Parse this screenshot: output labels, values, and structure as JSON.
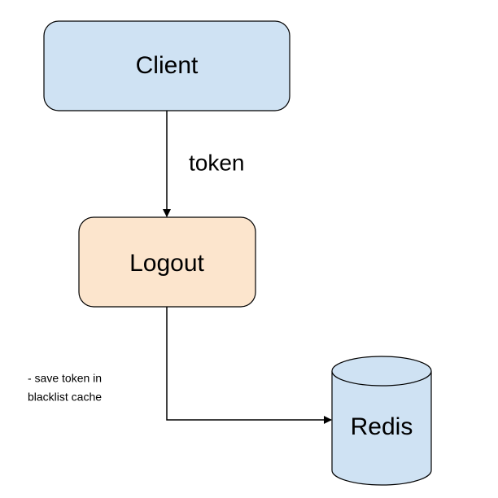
{
  "diagram": {
    "nodes": {
      "client": {
        "label": "Client",
        "fill": "#cfe2f3"
      },
      "logout": {
        "label": "Logout",
        "fill": "#fce5cd"
      },
      "redis": {
        "label": "Redis",
        "fill": "#cfe2f3"
      }
    },
    "edges": {
      "client_to_logout": {
        "label": "token"
      },
      "logout_to_redis": {
        "note_line_1": "- save token in",
        "note_line_2": "blacklist cache"
      }
    },
    "colors": {
      "stroke": "#000000",
      "background": "#ffffff"
    }
  }
}
